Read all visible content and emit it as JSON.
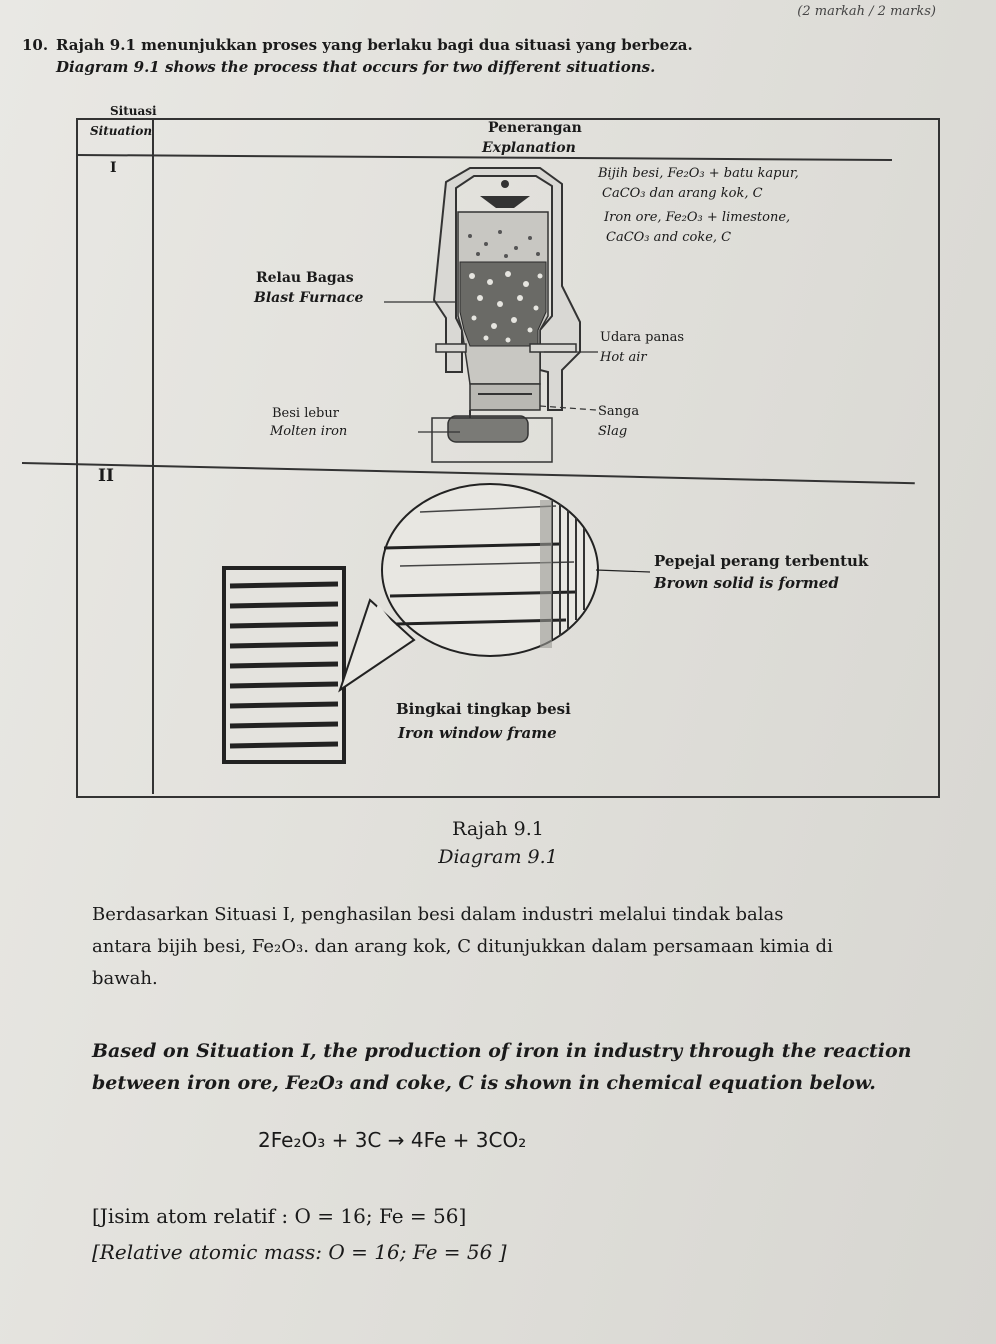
{
  "header": {
    "marks": "(2 markah / 2 marks)"
  },
  "question": {
    "number": "10.",
    "stem_ms": "Rajah 9.1 menunjukkan proses yang berlaku bagi dua situasi yang berbeza.",
    "stem_en": "Diagram 9.1 shows the process that occurs for two different situations."
  },
  "table": {
    "header": {
      "situation_ms": "Situasi",
      "situation_en": "Situation",
      "explanation_ms": "Penerangan",
      "explanation_en": "Explanation"
    },
    "row1": {
      "roman": "I",
      "ore_ms": "Bijih besi, Fe₂O₃ + batu kapur,",
      "ore_ms2": "CaCO₃ dan arang kok, C",
      "ore_en": "Iron ore, Fe₂O₃ + limestone,",
      "ore_en2": "CaCO₃ and coke, C",
      "furnace_ms": "Relau Bagas",
      "furnace_en": "Blast Furnace",
      "hotair_ms": "Udara panas",
      "hotair_en": "Hot air",
      "molten_ms": "Besi lebur",
      "molten_en": "Molten iron",
      "slag_ms": "Sanga",
      "slag_en": "Slag"
    },
    "row2": {
      "roman": "II",
      "brown_ms": "Pepejal perang terbentuk",
      "brown_en": "Brown solid is formed",
      "frame_ms": "Bingkai tingkap besi",
      "frame_en": "Iron window frame"
    }
  },
  "caption": {
    "ms": "Rajah 9.1",
    "en": "Diagram 9.1"
  },
  "body": {
    "ms_line1": "Berdasarkan Situasi I, penghasilan besi dalam industri melalui tindak balas",
    "ms_line2": "antara bijih besi, Fe₂O₃. dan arang kok, C ditunjukkan dalam persamaan kimia di",
    "ms_line3": "bawah.",
    "en_line1": "Based on Situation I, the production of iron in industry through the reaction",
    "en_line2": "between iron ore, Fe₂O₃ and coke, C is shown in chemical equation below.",
    "equation": "2Fe₂O₃ + 3C → 4Fe + 3CO₂",
    "ram_ms": "[Jisim atom relatif : O = 16; Fe = 56]",
    "ram_en": "[Relative atomic mass: O = 16; Fe = 56 ]"
  }
}
